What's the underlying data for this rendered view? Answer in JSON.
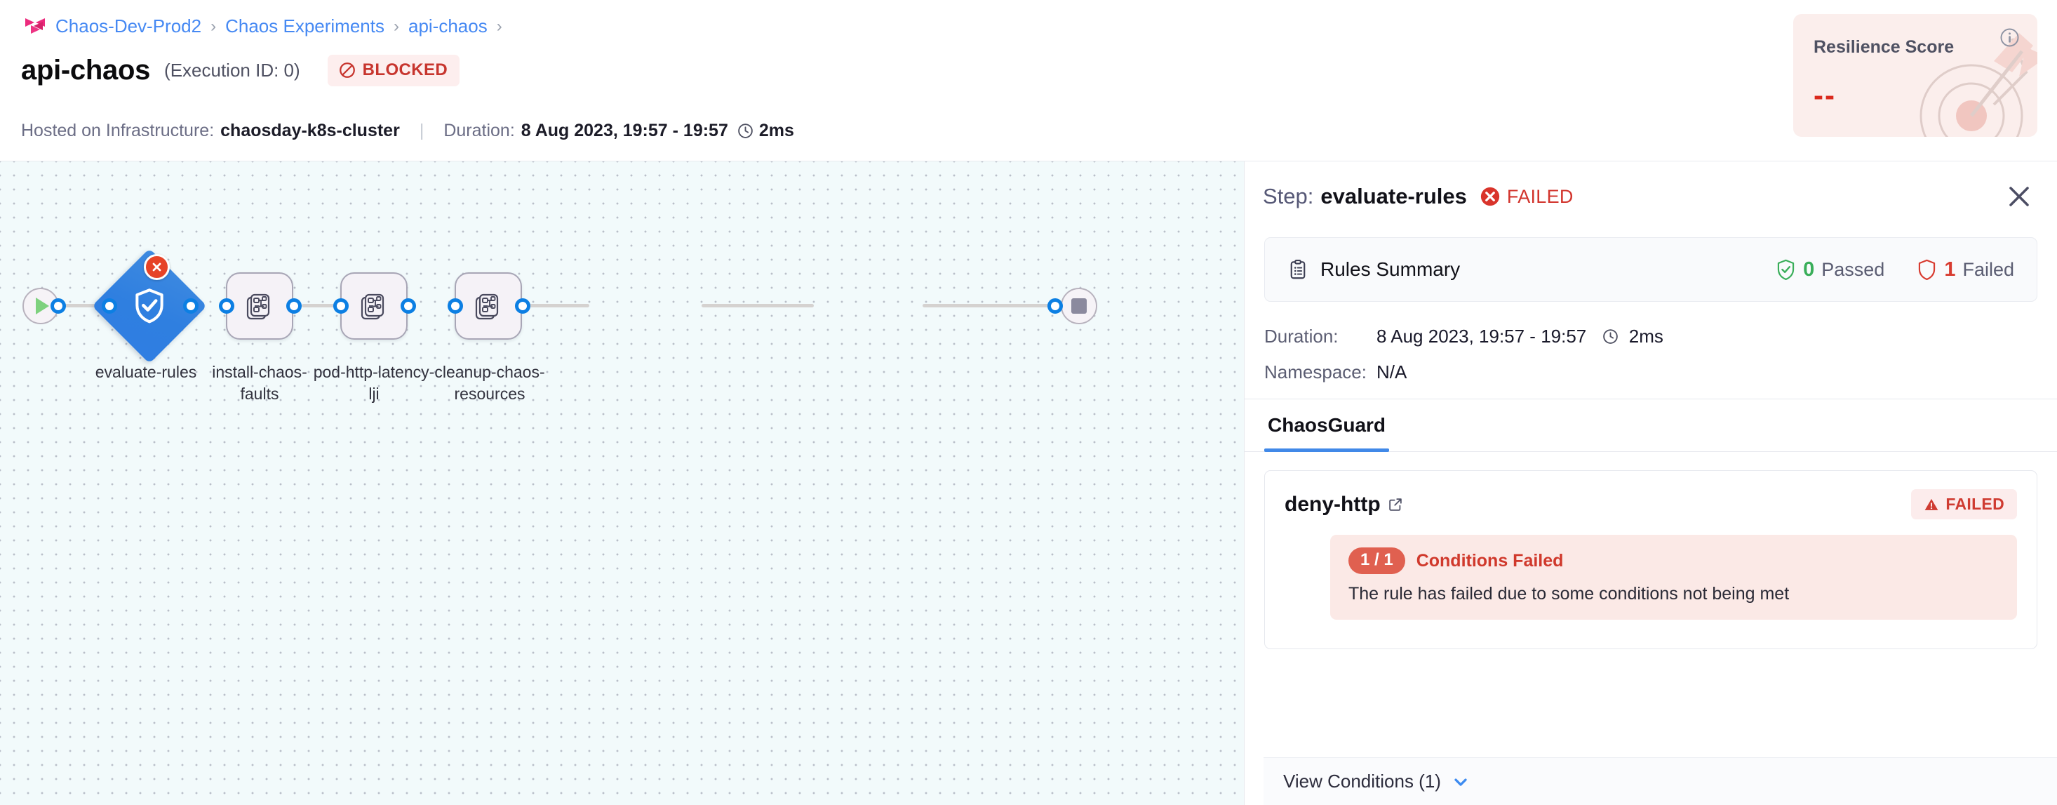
{
  "breadcrumb": {
    "logo_icon": "harness-logo-icon",
    "separator": "›",
    "items": [
      {
        "label": "Chaos-Dev-Prod2"
      },
      {
        "label": "Chaos Experiments"
      },
      {
        "label": "api-chaos"
      }
    ]
  },
  "header": {
    "title": "api-chaos",
    "execution_id": "(Execution ID: 0)",
    "status": {
      "label": "BLOCKED",
      "icon": "blocked-circle-slash-icon",
      "color": "#c7352e",
      "bg": "#fdeeee"
    },
    "infra_label": "Hosted on Infrastructure:",
    "infra_value": "chaosday-k8s-cluster",
    "divider": "|",
    "duration_label": "Duration:",
    "duration_value": "8 Aug 2023, 19:57 - 19:57",
    "duration_clock_icon": "clock-icon",
    "duration_elapsed": "2ms"
  },
  "resilience": {
    "title": "Resilience Score",
    "value": "--",
    "info_icon": "info-circle-icon",
    "art_icon": "target-arrow-icon",
    "bg": "#fbeeec",
    "value_color": "#da291d"
  },
  "pipeline": {
    "start_node": {
      "name": "start-node",
      "icon": "play-icon"
    },
    "end_node": {
      "name": "end-node",
      "icon": "stop-square-icon"
    },
    "nodes": [
      {
        "id": "evaluate-rules",
        "label": "evaluate-rules",
        "shape": "diamond",
        "icon": "shield-check-icon",
        "status": "failed",
        "badge_icon": "error-x-icon"
      },
      {
        "id": "install-chaos-faults",
        "label": "install-chaos-\nfaults",
        "shape": "rounded",
        "icon": "chaos-fault-stack-icon",
        "status": "not-started"
      },
      {
        "id": "pod-http-latency-lji",
        "label": "pod-http-latency-\nlji",
        "shape": "rounded",
        "icon": "chaos-fault-stack-icon",
        "status": "not-started"
      },
      {
        "id": "cleanup-chaos-resources",
        "label": "cleanup-chaos-\nresources",
        "shape": "rounded",
        "icon": "chaos-fault-stack-icon",
        "status": "not-started"
      }
    ]
  },
  "panel": {
    "step_label": "Step:",
    "step_name": "evaluate-rules",
    "step_status": "FAILED",
    "step_status_icon": "error-x-circle-icon",
    "close_icon": "close-icon",
    "rules_summary": {
      "icon": "clipboard-list-icon",
      "title": "Rules Summary",
      "passed": {
        "icon": "shield-check-icon",
        "count": "0",
        "label": "Passed",
        "color": "#3aae5a"
      },
      "failed": {
        "icon": "shield-outline-icon",
        "count": "1",
        "label": "Failed",
        "color": "#d83b30"
      }
    },
    "details": [
      {
        "key": "Duration:",
        "value": "8 Aug 2023, 19:57 - 19:57",
        "clock_icon": "clock-icon",
        "elapsed": "2ms"
      },
      {
        "key": "Namespace:",
        "value": "N/A"
      }
    ],
    "tabs": [
      {
        "label": "ChaosGuard",
        "active": true
      }
    ],
    "rule": {
      "name": "deny-http",
      "external_link_icon": "external-link-icon",
      "badge": {
        "label": "FAILED",
        "icon": "warning-triangle-icon"
      },
      "alert": {
        "pill": "1 / 1",
        "title": "Conditions Failed",
        "description": "The rule has failed due to some conditions not being met"
      }
    },
    "view_conditions": {
      "label": "View Conditions (1)",
      "chevron_icon": "chevron-down-icon"
    }
  }
}
